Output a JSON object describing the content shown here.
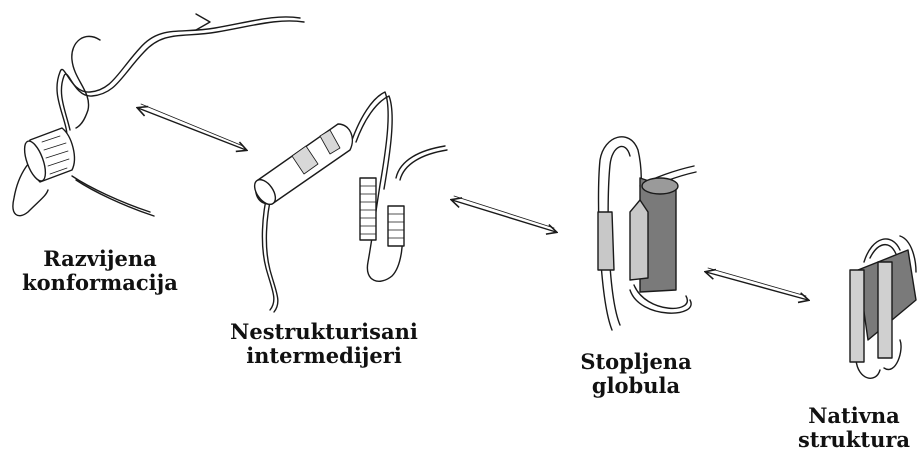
{
  "stages": [
    {
      "line1": "Razvijena",
      "line2": "konformacija"
    },
    {
      "line1": "Nestrukturisani",
      "line2": "intermedijeri"
    },
    {
      "line1": "Stopljena",
      "line2": "globula"
    },
    {
      "line1": "Nativna",
      "line2": "struktura"
    }
  ],
  "colors": {
    "stroke": "#1a1a1a",
    "helix_fill": "#d8d8d8",
    "strand_fill": "#c8c8c8",
    "dark_fill": "#7a7a7a"
  }
}
